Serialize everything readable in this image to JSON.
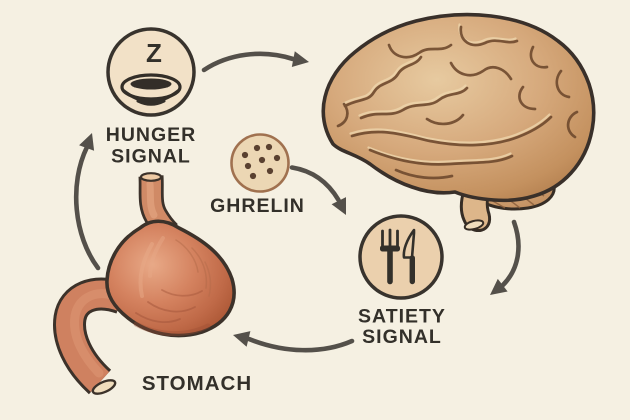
{
  "diagram": {
    "background": "#f5f0e2",
    "nodes": {
      "hunger_signal": {
        "label": [
          "HUNGER",
          "SIGNAL"
        ],
        "icon": "sleepy-empty-bowl-icon",
        "z": "Z"
      },
      "ghrelin": {
        "label": "GHRELIN",
        "icon": "hormone-dots-icon"
      },
      "brain": {
        "icon": "brain-illustration"
      },
      "satiety_signal": {
        "label": [
          "SATIETY",
          "SIGNAL"
        ],
        "icon": "fork-knife-icon"
      },
      "stomach": {
        "label": "STOMACH",
        "icon": "stomach-illustration"
      }
    },
    "arrows": [
      {
        "from": "stomach",
        "to": "hunger_signal"
      },
      {
        "from": "hunger_signal",
        "to": "brain"
      },
      {
        "from": "ghrelin",
        "to": "satiety_signal"
      },
      {
        "from": "brain",
        "to": "satiety_signal"
      },
      {
        "from": "satiety_signal",
        "to": "stomach"
      }
    ],
    "colors": {
      "background": "#f5f0e2",
      "outline": "#39302a",
      "text": "#33302a",
      "arrow": "#54504a",
      "hunger_circle_fill": "#f2e1c7",
      "ghrelin_circle_fill": "#ecd7b4",
      "ghrelin_circle_rim": "#a0714f",
      "ghrelin_dots": "#5a4130",
      "satiety_circle_fill": "#ebd0ad",
      "brain_tan": "#d6a97c",
      "stomach_salmon": "#d08160"
    }
  }
}
